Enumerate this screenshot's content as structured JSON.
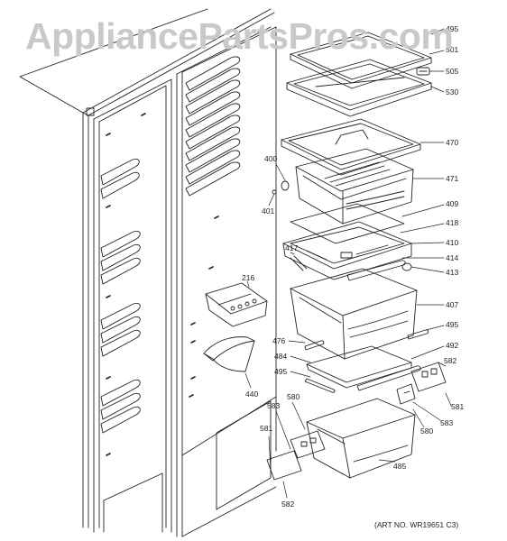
{
  "watermark": "AppliancePartsPros.com",
  "art_number": "(ART NO. WR19651 C3)",
  "colors": {
    "line": "#222222",
    "watermark": "#c9c9c9",
    "background": "#ffffff"
  },
  "labels": [
    {
      "id": "p495a",
      "text": "495"
    },
    {
      "id": "p501",
      "text": "501"
    },
    {
      "id": "p505",
      "text": "505"
    },
    {
      "id": "p530",
      "text": "530"
    },
    {
      "id": "p470",
      "text": "470"
    },
    {
      "id": "p471",
      "text": "471"
    },
    {
      "id": "p400",
      "text": "400"
    },
    {
      "id": "p401",
      "text": "401"
    },
    {
      "id": "p409",
      "text": "409"
    },
    {
      "id": "p418",
      "text": "418"
    },
    {
      "id": "p410",
      "text": "410"
    },
    {
      "id": "p417",
      "text": "417"
    },
    {
      "id": "p414",
      "text": "414"
    },
    {
      "id": "p413",
      "text": "413"
    },
    {
      "id": "p216",
      "text": "216"
    },
    {
      "id": "p407",
      "text": "407"
    },
    {
      "id": "p495b",
      "text": "495"
    },
    {
      "id": "p476",
      "text": "476"
    },
    {
      "id": "p492",
      "text": "492"
    },
    {
      "id": "p484",
      "text": "484"
    },
    {
      "id": "p495c",
      "text": "495"
    },
    {
      "id": "p582a",
      "text": "582"
    },
    {
      "id": "p440",
      "text": "440"
    },
    {
      "id": "p580a",
      "text": "580"
    },
    {
      "id": "p581a",
      "text": "581"
    },
    {
      "id": "p583a",
      "text": "583"
    },
    {
      "id": "p583b",
      "text": "583"
    },
    {
      "id": "p580b",
      "text": "580"
    },
    {
      "id": "p581b",
      "text": "581"
    },
    {
      "id": "p485",
      "text": "485"
    },
    {
      "id": "p582b",
      "text": "582"
    }
  ]
}
